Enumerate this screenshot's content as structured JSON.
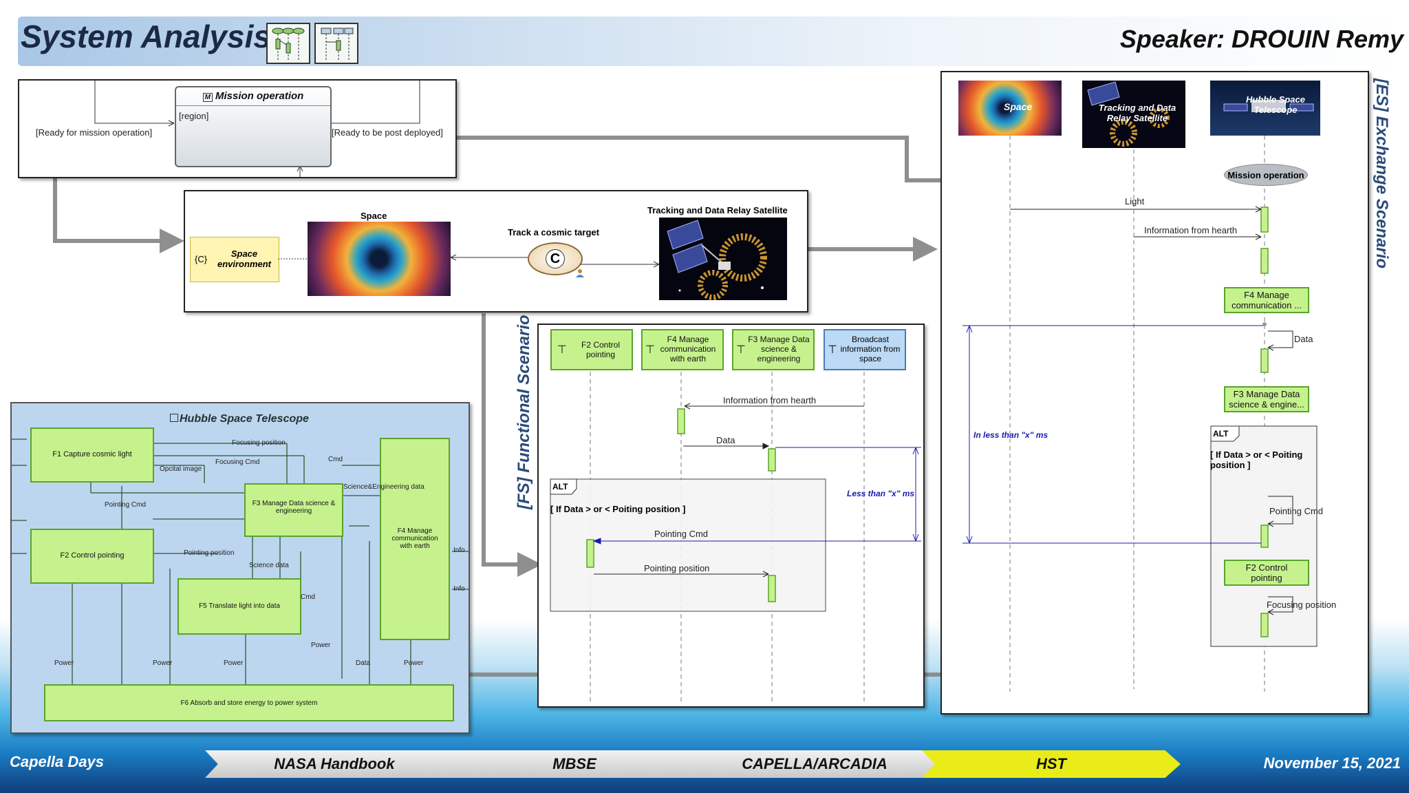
{
  "header": {
    "title": "System Analysis",
    "speaker": "Speaker: DROUIN Remy"
  },
  "footer": {
    "event": "Capella Days",
    "date": "November 15, 2021",
    "steps": [
      "NASA Handbook",
      "MBSE",
      "CAPELLA/ARCADIA",
      "HST"
    ],
    "active_step": "HST",
    "active_color": "#e9ec18"
  },
  "mode_diagram": {
    "state": "Mission operation",
    "region": "[region]",
    "guard_in": "[Ready for mission operation]",
    "guard_out": "[Ready to be post deployed]"
  },
  "capability": {
    "env_prefix": "{C}",
    "env_label": "Space environment",
    "space_label": "Space",
    "capability_label": "Track a cosmic target",
    "capability_glyph": "C",
    "satellite_label": "Tracking and Data Relay Satellite"
  },
  "dataflow": {
    "title": "Hubble Space Telescope",
    "functions": {
      "f1": "F1 Capture cosmic light",
      "f2": "F2 Control pointing",
      "f3": "F3 Manage Data science & engineering",
      "f4": "F4 Manage communication with earth",
      "f5": "F5 Translate light into data",
      "f6": "F6 Absorb and store energy to power system"
    },
    "exchanges": {
      "focusing_position": "Focusing position",
      "focusing_cmd": "Focusing Cmd",
      "optical_image": "Opcital image",
      "cmd_a": "Cmd",
      "sci_eng": "Science&Engineering data",
      "pointing_cmd": "Pointing Cmd",
      "pointing_position": "Pointing position",
      "science_data": "Science data",
      "cmd_b": "Cmd",
      "power_a": "Power",
      "power_b": "Power",
      "power_c": "Power",
      "power_d": "Power",
      "power_e": "Power",
      "data": "Data",
      "info_a": "Info",
      "info_b": "Info"
    }
  },
  "functional_scenario": {
    "side_title": "[FS] Functional Scenario",
    "lifelines": [
      {
        "label": "F2 Control pointing",
        "color": "#c6f28e"
      },
      {
        "label": "F4 Manage communication with earth",
        "color": "#c6f28e"
      },
      {
        "label": "F3 Manage Data science & engineering",
        "color": "#c6f28e"
      },
      {
        "label": "Broadcast information from space",
        "color": "#bcd9f5"
      }
    ],
    "messages": {
      "info_from_hearth": "Information from hearth",
      "data": "Data",
      "pointing_cmd": "Pointing Cmd",
      "pointing_position": "Pointing position"
    },
    "alt_label": "ALT",
    "alt_guard": "[ If Data > or < Poiting position ]",
    "constraint": "Less than \"x\" ms"
  },
  "exchange_scenario": {
    "side_title": "[ES] Exchange Scenario",
    "images": {
      "space": "Space",
      "tdrs": "Tracking and Data Relay Satellite",
      "hubble": "Hubble Space Telescope"
    },
    "mode": "Mission operation",
    "messages": {
      "light": "Light",
      "info_from_hearth": "Information from hearth",
      "data": "Data",
      "pointing_cmd": "Pointing Cmd",
      "focusing_position": "Focusing position"
    },
    "functions": {
      "f4": "F4 Manage communication ...",
      "f3": "F3 Manage Data science & engine...",
      "f2": "F2 Control pointing"
    },
    "alt_label": "ALT",
    "alt_guard": "[ If Data > or < Poiting position ]",
    "constraint": "In less than \"x\" ms"
  }
}
